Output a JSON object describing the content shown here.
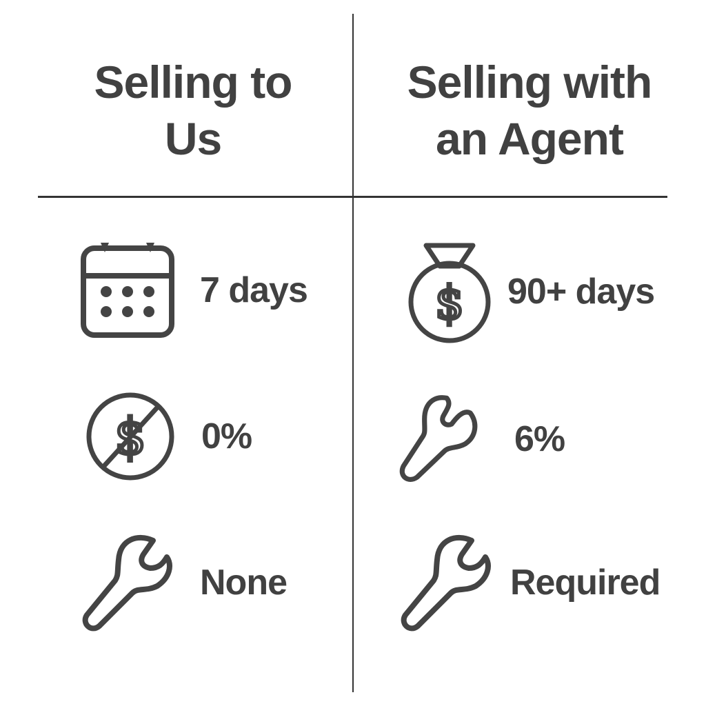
{
  "columns": [
    {
      "title_line1": "Selling to",
      "title_line2": "Us",
      "rows": [
        {
          "icon": "calendar-icon",
          "value": "7 days"
        },
        {
          "icon": "no-dollar-icon",
          "value": "0%"
        },
        {
          "icon": "wrench-icon",
          "value": "None"
        }
      ]
    },
    {
      "title_line1": "Selling with",
      "title_line2": "an Agent",
      "rows": [
        {
          "icon": "money-bag-icon",
          "value": "90+ days"
        },
        {
          "icon": "wrench-icon",
          "value": "6%"
        },
        {
          "icon": "wrench-icon",
          "value": "Required"
        }
      ]
    }
  ],
  "colors": {
    "ink": "#414141",
    "divider": "#333333",
    "background": "#ffffff"
  }
}
